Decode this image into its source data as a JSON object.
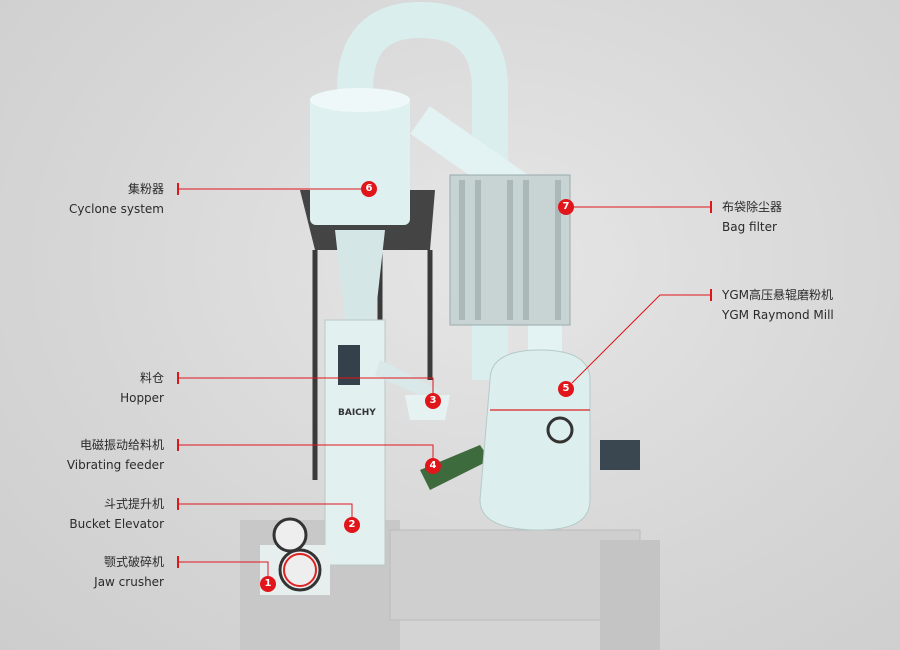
{
  "brand_logo": "BAICHY",
  "accent_color": "#e0161b",
  "callouts": [
    {
      "number": "6",
      "cn": "集粉器",
      "en": "Cyclone system"
    },
    {
      "number": "3",
      "cn": "料仓",
      "en": "Hopper"
    },
    {
      "number": "4",
      "cn": "电磁振动给料机",
      "en": "Vibrating feeder"
    },
    {
      "number": "2",
      "cn": "斗式提升机",
      "en": "Bucket Elevator"
    },
    {
      "number": "1",
      "cn": "颚式破碎机",
      "en": "Jaw crusher"
    },
    {
      "number": "7",
      "cn": "布袋除尘器",
      "en": "Bag filter"
    },
    {
      "number": "5",
      "cn": "YGM高压悬辊磨粉机",
      "en": "YGM Raymond Mill"
    }
  ]
}
